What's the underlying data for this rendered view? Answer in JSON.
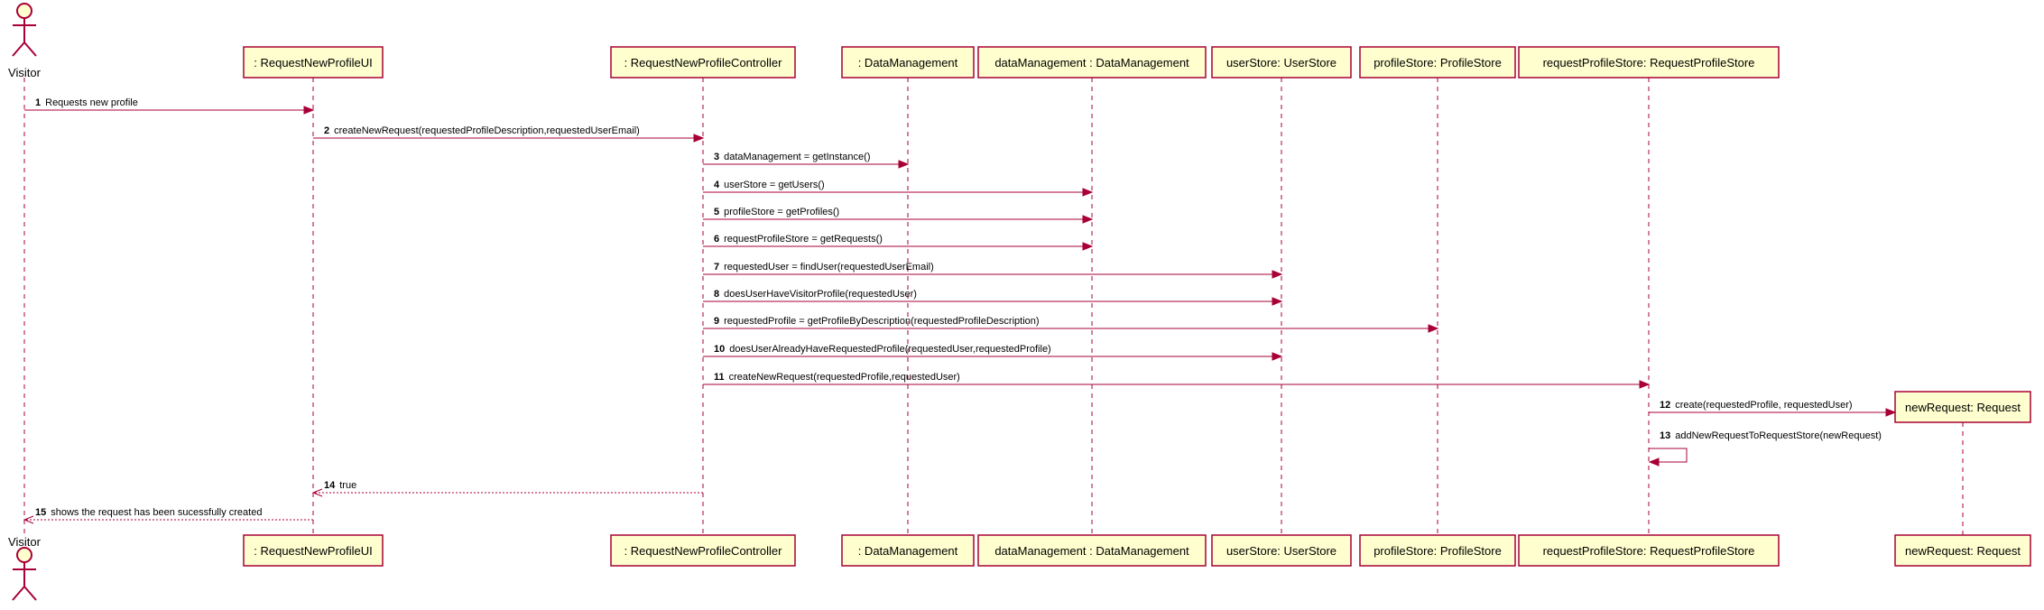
{
  "participants": [
    {
      "id": "visitor",
      "label": "Visitor",
      "kind": "actor"
    },
    {
      "id": "ui",
      "label": ": RequestNewProfileUI",
      "kind": "participant"
    },
    {
      "id": "ctrl",
      "label": ": RequestNewProfileController",
      "kind": "participant"
    },
    {
      "id": "dm",
      "label": ": DataManagement",
      "kind": "participant"
    },
    {
      "id": "dmi",
      "label": "dataManagement : DataManagement",
      "kind": "participant"
    },
    {
      "id": "us",
      "label": "userStore: UserStore",
      "kind": "participant"
    },
    {
      "id": "ps",
      "label": "profileStore: ProfileStore",
      "kind": "participant"
    },
    {
      "id": "rps",
      "label": "requestProfileStore: RequestProfileStore",
      "kind": "participant"
    },
    {
      "id": "nr",
      "label": "newRequest: Request",
      "kind": "participant",
      "created_by_message": 12
    }
  ],
  "messages": [
    {
      "num": "1",
      "from": "visitor",
      "to": "ui",
      "label": "Requests new profile",
      "type": "sync"
    },
    {
      "num": "2",
      "from": "ui",
      "to": "ctrl",
      "label": "createNewRequest(requestedProfileDescription,requestedUserEmail)",
      "type": "sync"
    },
    {
      "num": "3",
      "from": "ctrl",
      "to": "dm",
      "label": "dataManagement = getInstance()",
      "type": "sync"
    },
    {
      "num": "4",
      "from": "ctrl",
      "to": "dmi",
      "label": "userStore = getUsers()",
      "type": "sync"
    },
    {
      "num": "5",
      "from": "ctrl",
      "to": "dmi",
      "label": "profileStore = getProfiles()",
      "type": "sync"
    },
    {
      "num": "6",
      "from": "ctrl",
      "to": "dmi",
      "label": "requestProfileStore = getRequests()",
      "type": "sync"
    },
    {
      "num": "7",
      "from": "ctrl",
      "to": "us",
      "label": "requestedUser = findUser(requestedUserEmail)",
      "type": "sync"
    },
    {
      "num": "8",
      "from": "ctrl",
      "to": "us",
      "label": "doesUserHaveVisitorProfile(requestedUser)",
      "type": "sync"
    },
    {
      "num": "9",
      "from": "ctrl",
      "to": "ps",
      "label": "requestedProfile = getProfileByDescription(requestedProfileDescription)",
      "type": "sync"
    },
    {
      "num": "10",
      "from": "ctrl",
      "to": "us",
      "label": "doesUserAlreadyHaveRequestedProfile(requestedUser,requestedProfile)",
      "type": "sync"
    },
    {
      "num": "11",
      "from": "ctrl",
      "to": "rps",
      "label": "createNewRequest(requestedProfile,requestedUser)",
      "type": "sync"
    },
    {
      "num": "12",
      "from": "rps",
      "to": "nr",
      "label": "create(requestedProfile, requestedUser)",
      "type": "create"
    },
    {
      "num": "13",
      "from": "rps",
      "to": "rps",
      "label": "addNewRequestToRequestStore(newRequest)",
      "type": "self"
    },
    {
      "num": "14",
      "from": "ctrl",
      "to": "ui",
      "label": "true",
      "type": "reply"
    },
    {
      "num": "15",
      "from": "ui",
      "to": "visitor",
      "label": "shows the request has been sucessfully created",
      "type": "reply"
    }
  ],
  "colors": {
    "line": "#A80036",
    "box_fill": "#FEFECE",
    "text": "#000000"
  }
}
